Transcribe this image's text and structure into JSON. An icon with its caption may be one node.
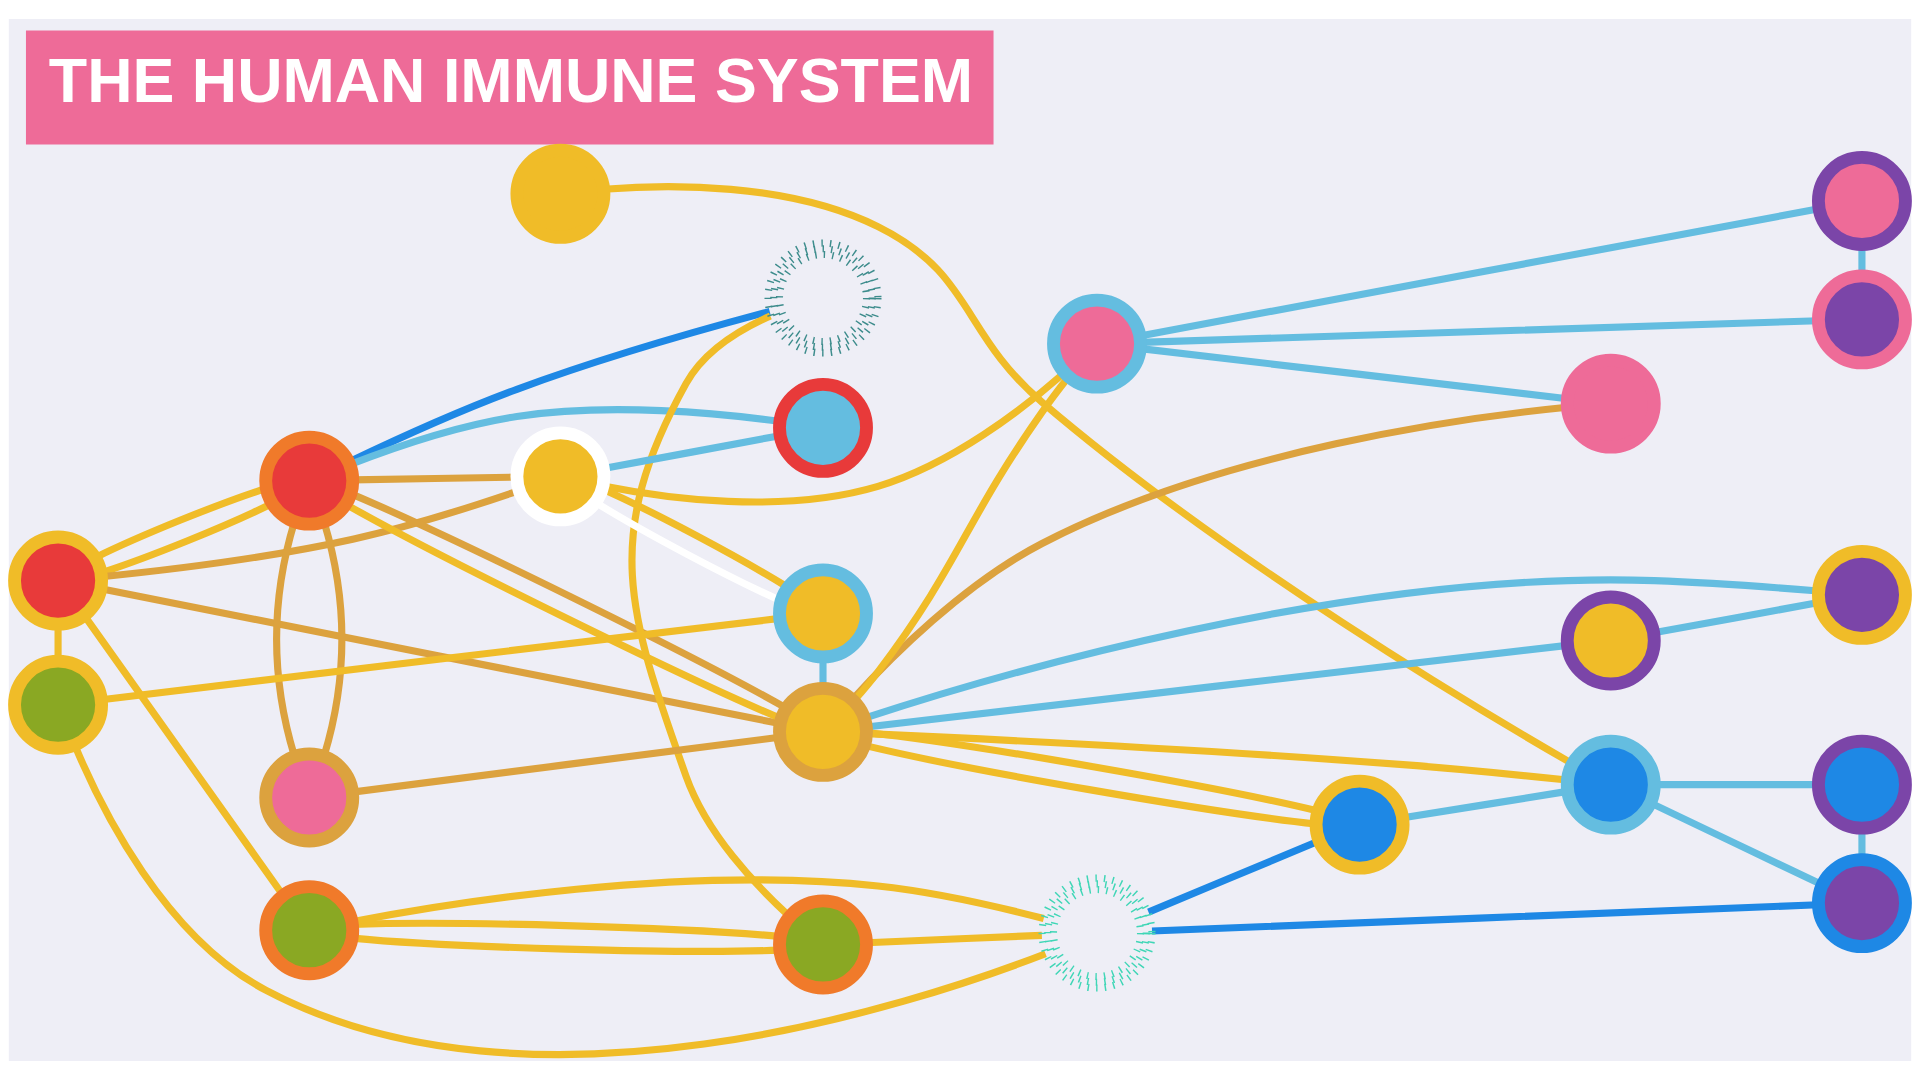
{
  "diagram": {
    "title": "THE HUMAN IMMUNE SYSTEM",
    "nodes": [
      {
        "text": [],
        "shape": "circle"
      },
      {
        "text": [],
        "shape": "circle"
      },
      {
        "text": [],
        "shape": "circle"
      },
      {
        "text": [],
        "shape": "circle"
      },
      {
        "text": [],
        "shape": "cloud"
      },
      {
        "text": [],
        "shape": "circle"
      },
      {
        "text": [],
        "shape": "circle"
      },
      {
        "text": [],
        "shape": "circle"
      },
      {
        "text": [],
        "shape": "circle"
      },
      {
        "text": [],
        "shape": "circle"
      },
      {
        "text": [],
        "shape": "circle"
      },
      {
        "text": [],
        "shape": "circle"
      },
      {
        "text": [],
        "shape": "circle"
      },
      {
        "text": [],
        "shape": "circle"
      },
      {
        "text": [],
        "shape": "circle"
      },
      {
        "text": [],
        "shape": "circle"
      },
      {
        "text": [],
        "shape": "circle"
      },
      {
        "text": [],
        "shape": "circle"
      },
      {
        "text": [],
        "shape": "circle"
      },
      {
        "text": [],
        "shape": "circle"
      },
      {
        "text": [],
        "shape": "circle"
      },
      {
        "text": [],
        "shape": "cloud"
      },
      {
        "text": [],
        "shape": "circle"
      }
    ],
    "edges": [
      {
        "from": 2,
        "to": 3,
        "arrow": "none"
      },
      {
        "from": 2,
        "to": 3,
        "arrow": "none"
      },
      {
        "from": 2,
        "to": 5,
        "arrow": "none",
        "color": "#dca23e"
      },
      {
        "from": 2,
        "to": 13,
        "arrow": "none",
        "color": "#dca23e"
      },
      {
        "from": 2,
        "to": 15,
        "arrow": "none"
      },
      {
        "from": 2,
        "to": 16,
        "arrow": "none"
      },
      {
        "from": 3,
        "to": 4,
        "arrow": "none",
        "color": "#1e88e5"
      },
      {
        "from": 3,
        "to": 5,
        "arrow": "none",
        "color": "#dca23e"
      },
      {
        "from": 3,
        "to": 10,
        "arrow": "none",
        "color": "#dca23e"
      },
      {
        "from": 3,
        "to": 10,
        "arrow": "none",
        "color": "#dca23e"
      },
      {
        "from": 3,
        "to": 11,
        "arrow": "none",
        "color": "#64bde0"
      },
      {
        "from": 3,
        "to": 13,
        "arrow": "none"
      },
      {
        "from": 3,
        "to": 13,
        "arrow": "none",
        "color": "#dca23e"
      },
      {
        "from": 4,
        "to": 17,
        "arrow": "none"
      },
      {
        "from": 5,
        "to": 6,
        "arrow": "none"
      },
      {
        "from": 5,
        "to": 8,
        "arrow": "none",
        "color": "#ffffff"
      },
      {
        "from": 5,
        "to": 8,
        "arrow": "none"
      },
      {
        "from": 5,
        "to": 11,
        "arrow": "none",
        "color": "#64bde0"
      },
      {
        "from": 6,
        "to": 0,
        "arrow": "none",
        "color": "#64bde0"
      },
      {
        "from": 6,
        "to": 1,
        "arrow": "none",
        "color": "#64bde0"
      },
      {
        "from": 6,
        "to": 7,
        "arrow": "none",
        "color": "#64bde0"
      },
      {
        "from": 1,
        "to": 7,
        "arrow": "none",
        "color": "#64bde0"
      },
      {
        "from": 8,
        "to": 13,
        "arrow": "none",
        "color": "#64bde0"
      },
      {
        "from": 10,
        "to": 13,
        "arrow": "none",
        "color": "#dca23e"
      },
      {
        "from": 13,
        "to": 0,
        "arrow": "none",
        "color": "#dca23e"
      },
      {
        "from": 13,
        "to": 6,
        "arrow": "none"
      },
      {
        "from": 13,
        "to": 9,
        "arrow": "none",
        "color": "#64bde0"
      },
      {
        "from": 9,
        "to": 14,
        "arrow": "none",
        "color": "#64bde0"
      },
      {
        "from": 13,
        "to": 14,
        "arrow": "none",
        "color": "#64bde0"
      },
      {
        "from": 13,
        "to": 18,
        "arrow": "none"
      },
      {
        "from": 13,
        "to": 20,
        "arrow": "none"
      },
      {
        "from": 13,
        "to": 20,
        "arrow": "none"
      },
      {
        "from": 12,
        "to": 18,
        "arrow": "none"
      },
      {
        "from": 15,
        "to": 8,
        "arrow": "none"
      },
      {
        "from": 15,
        "to": 21,
        "arrow": "none"
      },
      {
        "from": 16,
        "to": 17,
        "arrow": "none"
      },
      {
        "from": 16,
        "to": 17,
        "arrow": "none"
      },
      {
        "from": 16,
        "to": 21,
        "arrow": "none"
      },
      {
        "from": 17,
        "to": 21,
        "arrow": "none"
      },
      {
        "from": 18,
        "to": 19,
        "arrow": "none",
        "color": "#64bde0"
      },
      {
        "from": 20,
        "to": 18,
        "arrow": "none",
        "color": "#64bde0"
      },
      {
        "from": 18,
        "to": 22,
        "arrow": "none",
        "color": "#64bde0"
      },
      {
        "from": 19,
        "to": 22,
        "arrow": "none",
        "color": "#64bde0"
      },
      {
        "from": 21,
        "to": 20,
        "arrow": "none",
        "color": "#1e88e5"
      },
      {
        "from": 21,
        "to": 22,
        "arrow": "none",
        "color": "#1e88e5"
      }
    ]
  }
}
